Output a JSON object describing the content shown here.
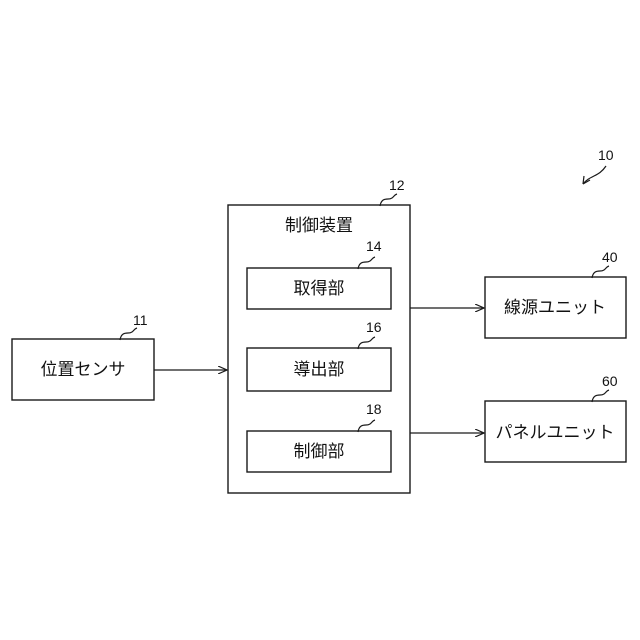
{
  "figure_ref": "10",
  "blocks": {
    "position_sensor": {
      "ref": "11",
      "label": "位置センサ"
    },
    "control_device": {
      "ref": "12",
      "label": "制御装置"
    },
    "acquisition_unit": {
      "ref": "14",
      "label": "取得部"
    },
    "derivation_unit": {
      "ref": "16",
      "label": "導出部"
    },
    "control_unit": {
      "ref": "18",
      "label": "制御部"
    },
    "radiation_source_unit": {
      "ref": "40",
      "label": "線源ユニット"
    },
    "panel_unit": {
      "ref": "60",
      "label": "パネルユニット"
    }
  }
}
